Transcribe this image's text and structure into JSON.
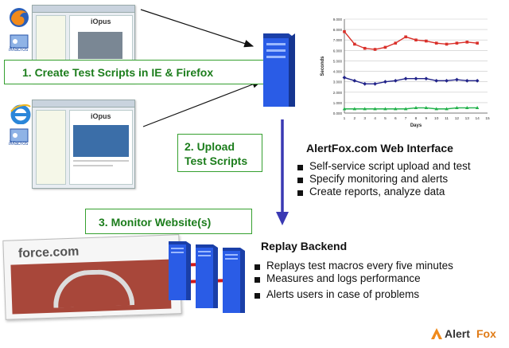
{
  "steps": {
    "create": "1. Create Test Scripts in IE & Firefox",
    "upload_line1": "2. Upload",
    "upload_line2": "Test Scripts",
    "monitor": "3. Monitor Website(s)"
  },
  "web_interface": {
    "title": "AlertFox.com Web Interface",
    "items": [
      "Self-service script upload and test",
      "Specify monitoring and alerts",
      "Create reports, analyze data"
    ]
  },
  "replay_backend": {
    "title": "Replay Backend",
    "items": [
      "Replays test macros every five minutes",
      "Measures and logs performance",
      "Alerts users in case of problems"
    ]
  },
  "thumbnails": {
    "iopus_label": "iOpus",
    "imacros_label": "iMacros",
    "site_label": "force.com"
  },
  "logo": {
    "text_alert": "Alert",
    "text_fox": "Fox"
  },
  "colors": {
    "green": "#35a02f",
    "server_blue": "#1f4fd6",
    "arrow_red": "#d11a1a",
    "arrow_blue": "#3a39b3",
    "series_red": "#d9302a",
    "series_navy": "#22248a",
    "series_green": "#20b14a"
  },
  "chart_data": {
    "type": "line",
    "title": "",
    "xlabel": "Days",
    "ylabel": "Seconds",
    "x": [
      1,
      2,
      3,
      4,
      5,
      6,
      7,
      8,
      9,
      10,
      11,
      12,
      13,
      14
    ],
    "xticks": [
      1,
      2,
      3,
      4,
      5,
      6,
      7,
      8,
      9,
      10,
      11,
      12,
      13,
      14,
      15
    ],
    "yticks": [
      "0.000",
      "1.000",
      "2.000",
      "3.000",
      "4.000",
      "5.000",
      "6.000",
      "7.000",
      "8.000",
      "9.000"
    ],
    "xlim": [
      1,
      15
    ],
    "ylim": [
      0,
      9
    ],
    "grid": true,
    "series": [
      {
        "color": "#d9302a",
        "marker": "square",
        "values": [
          7.8,
          6.6,
          6.2,
          6.1,
          6.3,
          6.7,
          7.3,
          7.0,
          6.9,
          6.7,
          6.6,
          6.7,
          6.8,
          6.7
        ]
      },
      {
        "color": "#22248a",
        "marker": "diamond",
        "values": [
          3.4,
          3.1,
          2.8,
          2.8,
          3.0,
          3.1,
          3.3,
          3.3,
          3.3,
          3.1,
          3.1,
          3.2,
          3.1,
          3.1
        ]
      },
      {
        "color": "#20b14a",
        "marker": "triangle",
        "values": [
          0.4,
          0.4,
          0.4,
          0.4,
          0.4,
          0.4,
          0.4,
          0.5,
          0.5,
          0.4,
          0.4,
          0.5,
          0.5,
          0.5
        ]
      }
    ]
  }
}
